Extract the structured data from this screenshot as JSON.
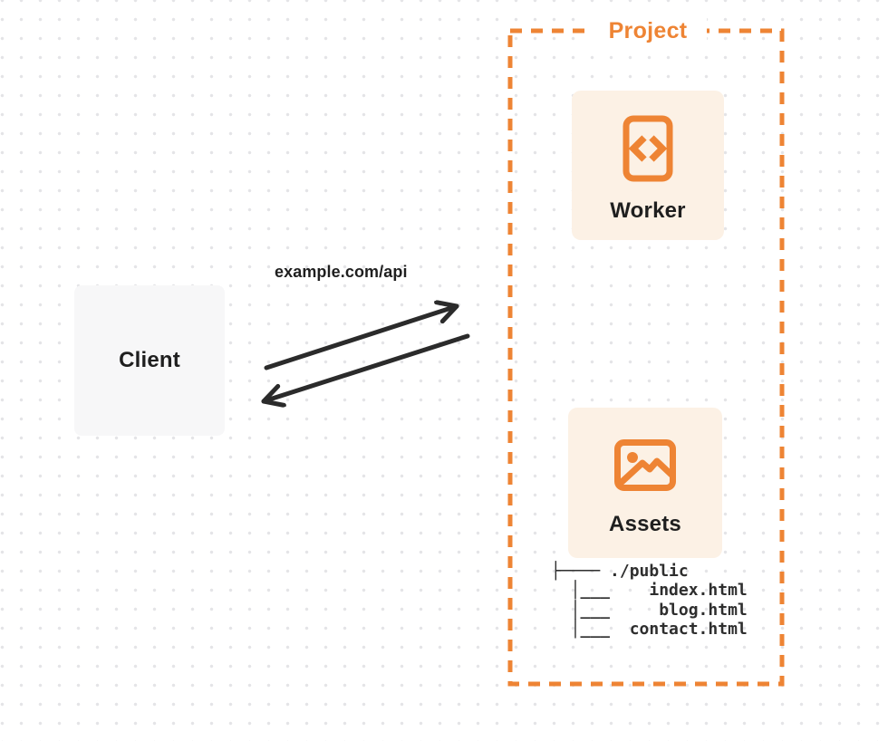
{
  "client": {
    "label": "Client"
  },
  "connection": {
    "request_url": "example.com/api"
  },
  "project": {
    "title": "Project",
    "worker": {
      "label": "Worker",
      "icon": "code-document-icon"
    },
    "assets": {
      "label": "Assets",
      "icon": "image-icon"
    },
    "file_tree": {
      "root": "./public",
      "root_prefix": "├──── ",
      "file_prefix": "  │___",
      "align_width": 14,
      "files": [
        "index.html",
        "blog.html",
        "contact.html"
      ]
    }
  },
  "colors": {
    "accent_orange": "#EE8434",
    "card_background": "#FCF1E5",
    "client_background": "#F7F7F8",
    "arrow_dark": "#2B2B2B",
    "dot_grid": "#E4E4E7",
    "text_dark": "#1F1F1F",
    "tree_text": "#2E2E2E"
  }
}
